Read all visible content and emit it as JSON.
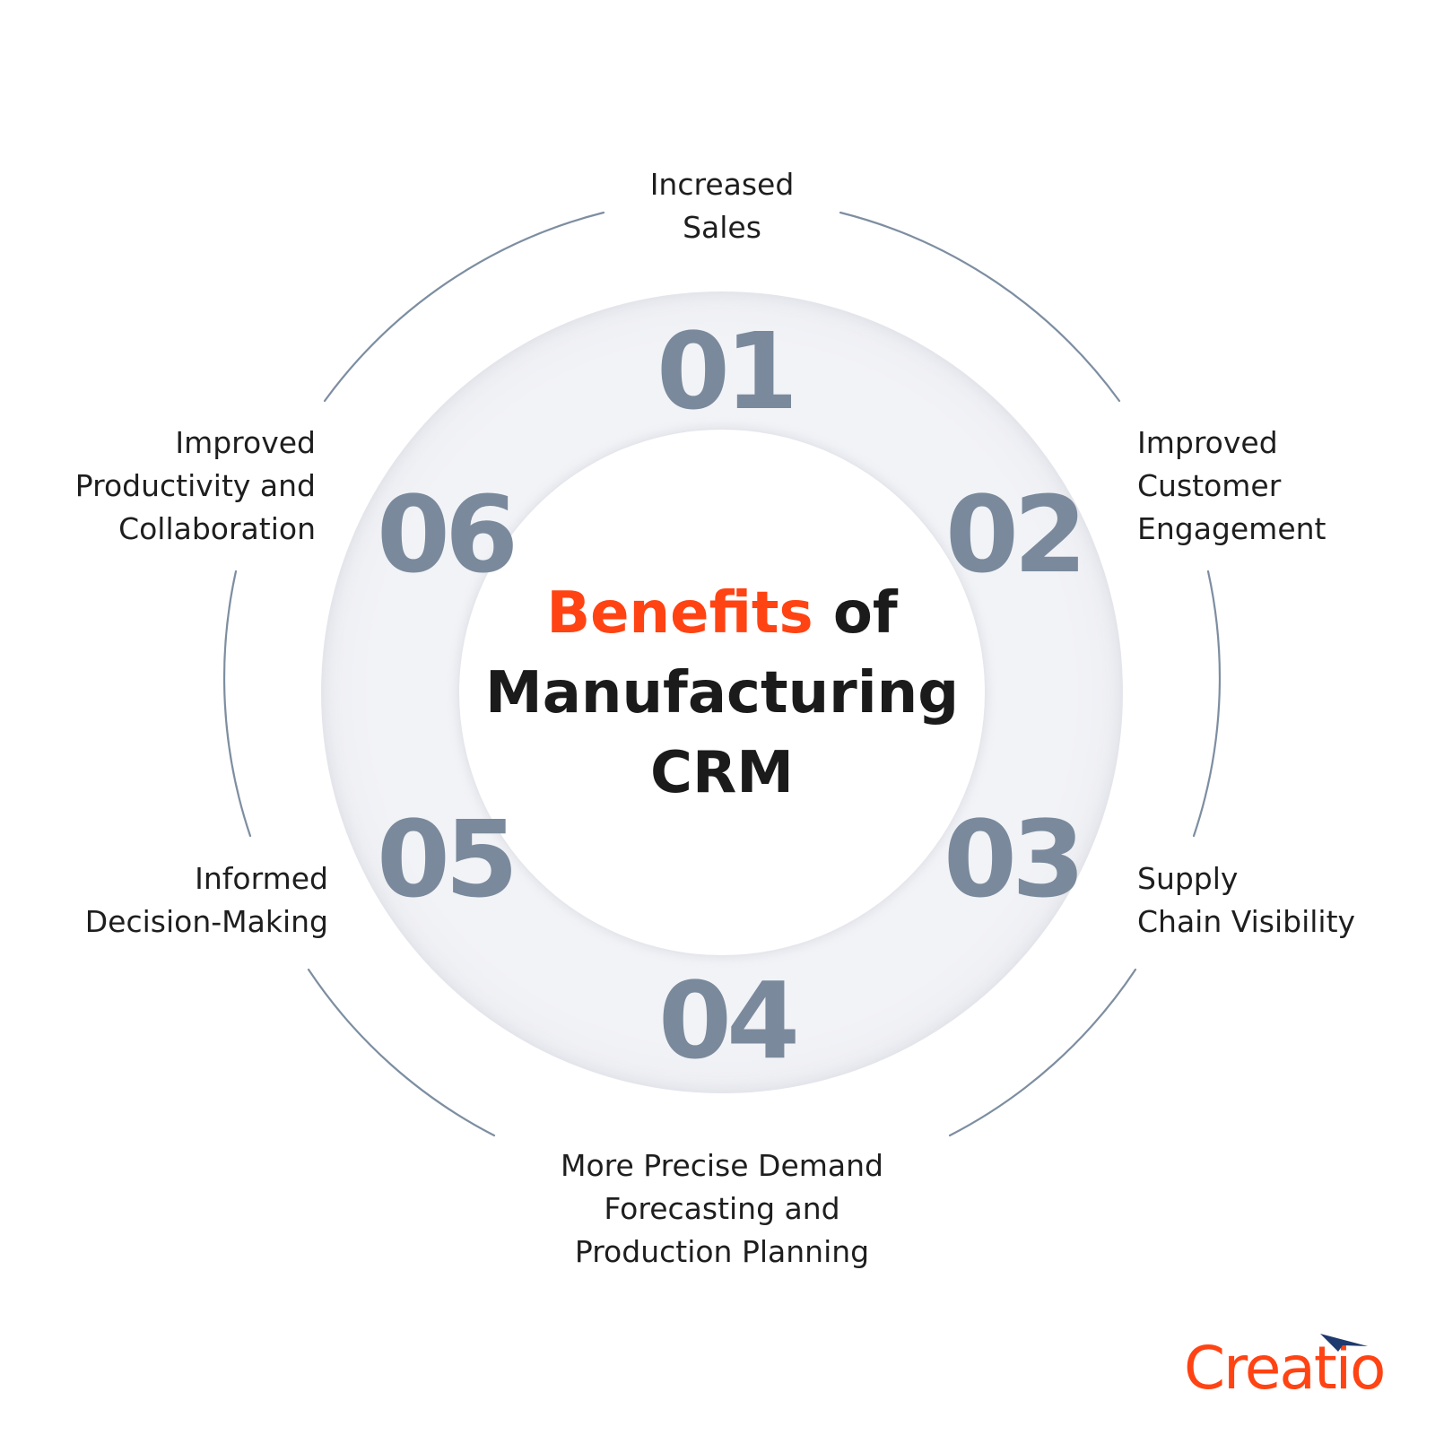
{
  "title": {
    "accent_word": "Benefits",
    "rest_line1": " of",
    "line2": "Manufacturing",
    "line3": "CRM"
  },
  "benefits": [
    {
      "number": "01",
      "lines": [
        "Increased",
        "Sales"
      ]
    },
    {
      "number": "02",
      "lines": [
        "Improved",
        "Customer",
        "Engagement"
      ]
    },
    {
      "number": "03",
      "lines": [
        "Supply",
        "Chain Visibility"
      ]
    },
    {
      "number": "04",
      "lines": [
        "More Precise Demand",
        "Forecasting and",
        "Production Planning"
      ]
    },
    {
      "number": "05",
      "lines": [
        "Informed",
        "Decision-Making"
      ]
    },
    {
      "number": "06",
      "lines": [
        "Improved",
        "Productivity and",
        "Collaboration"
      ]
    }
  ],
  "brand": {
    "logo_text": "Creatio",
    "logo_icon": "arrow-swoosh-icon"
  },
  "colors": {
    "accent": "#ff4313",
    "number_gray": "#7a8a9c",
    "arc_line": "#7d8ea1",
    "ring_fill": "#f2f3f7",
    "text": "#1e1e1e",
    "logo_swoosh": "#1e3a6e"
  }
}
